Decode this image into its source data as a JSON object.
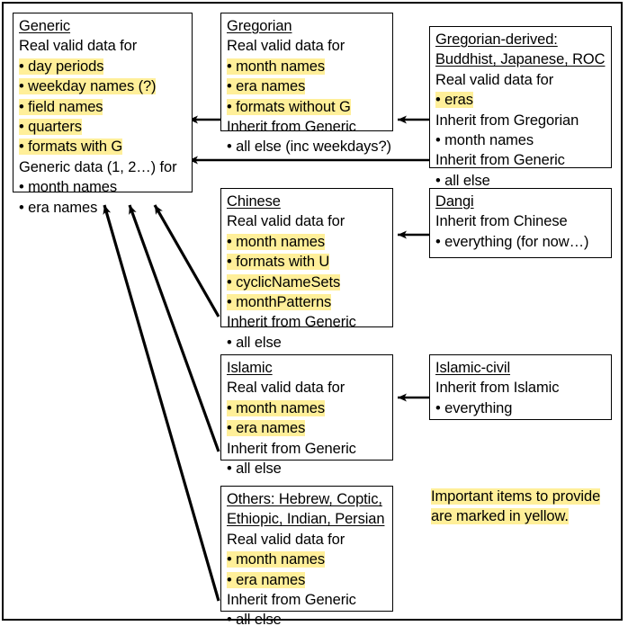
{
  "diagram": {
    "legend": {
      "line1": "Important items to provide",
      "line2": "are marked in yellow."
    },
    "nodes": {
      "generic": {
        "title": "Generic",
        "lines": [
          {
            "text": "Real valid data for",
            "highlight": false
          },
          {
            "text": "• day periods",
            "highlight": true
          },
          {
            "text": "• weekday names (?)",
            "highlight": true
          },
          {
            "text": "• field names",
            "highlight": true
          },
          {
            "text": "• quarters",
            "highlight": true
          },
          {
            "text": "• formats with G",
            "highlight": true
          },
          {
            "text": "Generic data (1, 2…) for",
            "highlight": false
          },
          {
            "text": "• month names",
            "highlight": false
          },
          {
            "text": "• era names",
            "highlight": false
          }
        ]
      },
      "gregorian": {
        "title": "Gregorian",
        "lines": [
          {
            "text": "Real valid data for",
            "highlight": false
          },
          {
            "text": "• month names",
            "highlight": true
          },
          {
            "text": "• era names",
            "highlight": true
          },
          {
            "text": "• formats without G",
            "highlight": true
          },
          {
            "text": "Inherit from Generic",
            "highlight": false
          },
          {
            "text": "• all else (inc weekdays?)",
            "highlight": false
          }
        ]
      },
      "gregorian_derived": {
        "title": "Gregorian-derived:",
        "title2": "Buddhist, Japanese, ROC",
        "lines": [
          {
            "text": "Real valid data for",
            "highlight": false
          },
          {
            "text": "• eras",
            "highlight": true
          },
          {
            "text": "Inherit from Gregorian",
            "highlight": false
          },
          {
            "text": "• month names",
            "highlight": false
          },
          {
            "text": "Inherit from Generic",
            "highlight": false
          },
          {
            "text": "• all else",
            "highlight": false
          }
        ]
      },
      "chinese": {
        "title": "Chinese",
        "lines": [
          {
            "text": "Real valid data for",
            "highlight": false
          },
          {
            "text": "• month names",
            "highlight": true
          },
          {
            "text": "• formats with U",
            "highlight": true
          },
          {
            "text": "• cyclicNameSets",
            "highlight": true
          },
          {
            "text": "• monthPatterns",
            "highlight": true
          },
          {
            "text": "Inherit from Generic",
            "highlight": false
          },
          {
            "text": "• all else",
            "highlight": false
          }
        ]
      },
      "dangi": {
        "title": "Dangi",
        "lines": [
          {
            "text": "Inherit from Chinese",
            "highlight": false
          },
          {
            "text": "• everything (for now…)",
            "highlight": false
          }
        ]
      },
      "islamic": {
        "title": "Islamic",
        "lines": [
          {
            "text": "Real valid data for",
            "highlight": false
          },
          {
            "text": "• month names",
            "highlight": true
          },
          {
            "text": "• era names",
            "highlight": true
          },
          {
            "text": "Inherit from Generic",
            "highlight": false
          },
          {
            "text": "• all else",
            "highlight": false
          }
        ]
      },
      "islamic_civil": {
        "title": "Islamic-civil",
        "lines": [
          {
            "text": "Inherit from Islamic",
            "highlight": false
          },
          {
            "text": "• everything",
            "highlight": false
          }
        ]
      },
      "others": {
        "title": "Others: Hebrew, Coptic,",
        "title2": "Ethiopic, Indian, Persian",
        "lines": [
          {
            "text": "Real valid data for",
            "highlight": false
          },
          {
            "text": "• month names",
            "highlight": true
          },
          {
            "text": "• era names",
            "highlight": true
          },
          {
            "text": "Inherit from Generic",
            "highlight": false
          },
          {
            "text": "• all else",
            "highlight": false
          }
        ]
      }
    },
    "colors": {
      "highlight": "#ffef99",
      "stroke": "#000000",
      "background": "#ffffff"
    },
    "edges": [
      {
        "name": "gregorian-to-generic",
        "from": "gregorian",
        "to": "generic"
      },
      {
        "name": "gregorian-derived-to-gregorian",
        "from": "gregorian_derived",
        "to": "gregorian"
      },
      {
        "name": "gregorian-derived-to-generic",
        "from": "gregorian_derived",
        "to": "generic"
      },
      {
        "name": "dangi-to-chinese",
        "from": "dangi",
        "to": "chinese"
      },
      {
        "name": "chinese-to-generic",
        "from": "chinese",
        "to": "generic"
      },
      {
        "name": "islamic-civil-to-islamic",
        "from": "islamic_civil",
        "to": "islamic"
      },
      {
        "name": "islamic-to-generic",
        "from": "islamic",
        "to": "generic"
      },
      {
        "name": "others-to-generic",
        "from": "others",
        "to": "generic"
      }
    ]
  }
}
